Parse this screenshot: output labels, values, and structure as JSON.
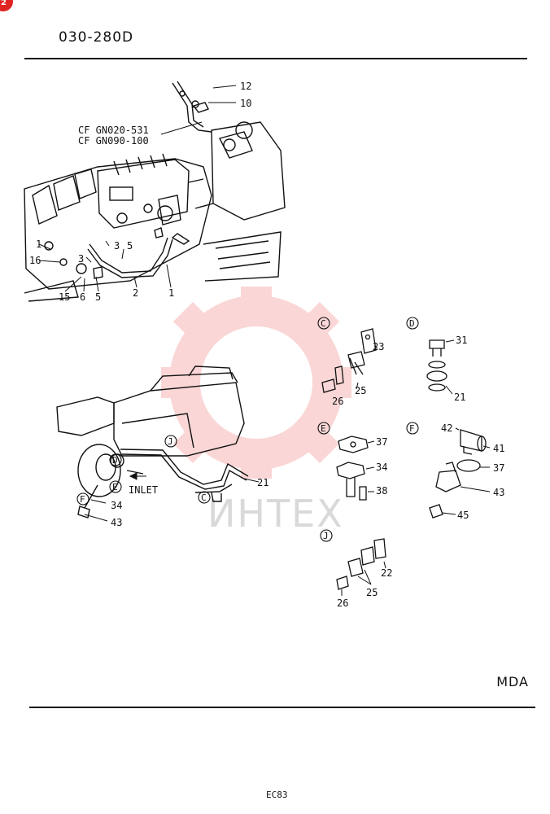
{
  "header": {
    "code": "030-280D",
    "badge": "2"
  },
  "footer": {
    "model": "MDA",
    "page_code": "EC83"
  },
  "watermark": {
    "text": "ИНТЕХ",
    "color": "#f07070"
  },
  "cross_reference": {
    "line1": "CF GN020-531",
    "line2": "CF GN090-100"
  },
  "top_assembly": {
    "callouts": [
      "12",
      "10",
      "16",
      "1",
      "3",
      "5",
      "3",
      "15",
      "6",
      "5",
      "2",
      "1"
    ]
  },
  "lower_assembly": {
    "inlet_label": "INLET",
    "callouts": [
      "F",
      "34",
      "43",
      "21",
      "D",
      "E",
      "J"
    ]
  },
  "details": {
    "C": {
      "letter": "C",
      "parts": [
        "23",
        "25",
        "26"
      ]
    },
    "D": {
      "letter": "D",
      "parts": [
        "31",
        "21"
      ]
    },
    "E": {
      "letter": "E",
      "parts": [
        "37",
        "34",
        "38"
      ]
    },
    "F": {
      "letter": "F",
      "parts": [
        "42",
        "41",
        "37",
        "43",
        "45"
      ]
    },
    "J": {
      "letter": "J",
      "parts": [
        "22",
        "25",
        "26"
      ]
    }
  }
}
